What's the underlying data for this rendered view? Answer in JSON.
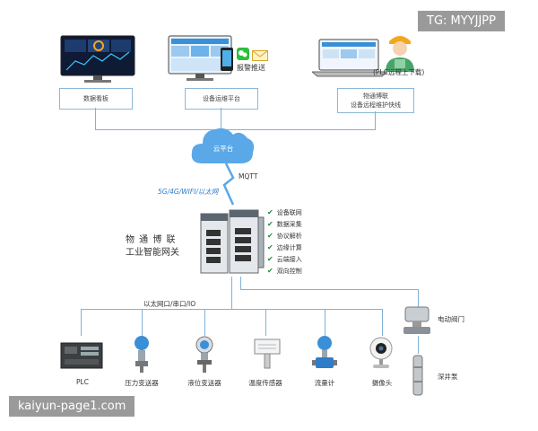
{
  "watermark_top": "TG: MYYJJPP",
  "watermark_bottom": "kaiyun-page1.com",
  "top_boxes": {
    "dashboard": "数据看板",
    "platform": "设备运维平台",
    "remote": "物通博联\n设备远程维护快线"
  },
  "alarm_label": "报警推送",
  "plc_remote_label": "(PLC远程上下载)",
  "cloud_label": "云平台",
  "network_label": "5G/4G/WIFI/以太网",
  "protocol_label": "MQTT",
  "gateway_title_line1": "物 通 博 联",
  "gateway_title_line2": "工业智能网关",
  "features": [
    "设备联网",
    "数据采集",
    "协议解析",
    "边缘计算",
    "云端接入",
    "双向控制"
  ],
  "interface_label": "以太网口/串口/IO",
  "devices": [
    "PLC",
    "压力变送器",
    "液位变送器",
    "温度传感器",
    "流量计",
    "摄像头"
  ],
  "valve_label": "电动阀门",
  "pump_label": "深井泵",
  "colors": {
    "line": "#7fb2d8",
    "cloud": "#5aa8e8",
    "check": "#1f8a3c"
  }
}
